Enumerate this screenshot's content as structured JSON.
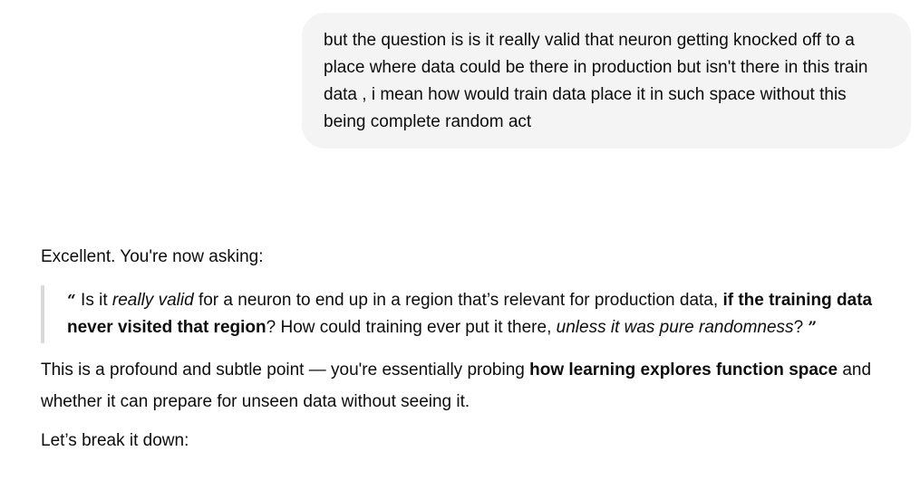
{
  "user_message": {
    "text": "but the question is is it really valid that neuron getting knocked off to a place where data could be there in production but isn't there in this train data , i mean how would train data place it in such space without this being complete random act"
  },
  "assistant_message": {
    "intro": "Excellent. You're now asking:",
    "quote": {
      "open_mark": "“",
      "seg1": " Is it ",
      "seg2_italic": "really valid",
      "seg3": " for a neuron to end up in a region that’s relevant for production data, ",
      "seg4_bold": "if the training data never visited that region",
      "seg5": "? How could training ever put it there, ",
      "seg6_italic": "unless it was pure randomness",
      "seg7": "? ",
      "close_mark": "”"
    },
    "paragraph": {
      "seg1": "This is a profound and subtle point — you're essentially probing ",
      "seg2_bold": "how learning explores function space",
      "seg3": " and whether it can prepare for unseen data without seeing it."
    },
    "closing": "Let’s break it down:"
  }
}
